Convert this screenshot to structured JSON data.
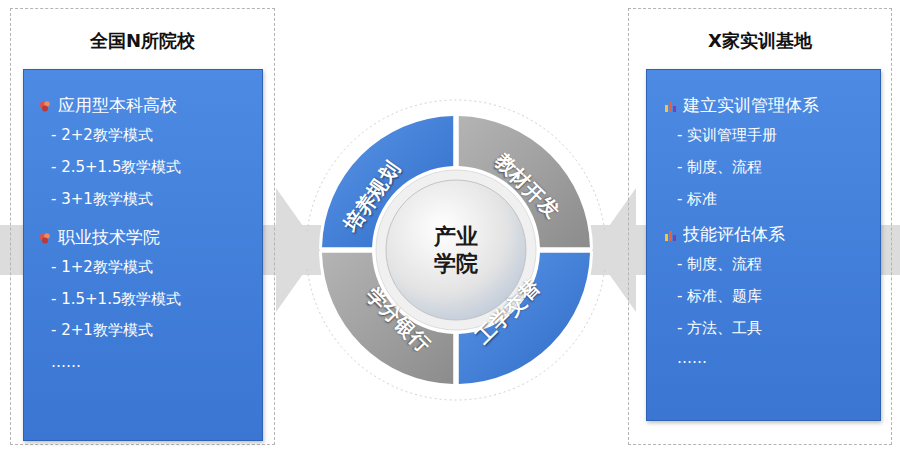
{
  "diagram": {
    "nodes": [
      {
        "text": [
          "全国N所院校"
        ]
      },
      {
        "text": [
          "应用型本科高校",
          "- 2+2教学模式",
          "- 2.5+1.5教学模式",
          "- 3+1教学模式",
          "职业技术学院",
          "- 1+2教学模式",
          "- 1.5+1.5教学模式",
          "- 2+1教学模式",
          "……"
        ],
        "in": 0
      },
      {
        "text": [
          "培养规划"
        ]
      },
      {
        "text": [
          "教材开发"
        ]
      },
      {
        "text": [
          "学分银行"
        ]
      },
      {
        "text": [
          "工学交替"
        ]
      },
      {
        "text": [
          "产业 学院"
        ]
      },
      {
        "text": [
          "X家实训基地"
        ]
      },
      {
        "text": [
          "建立实训管理体系",
          "- 实训管理手册",
          "- 制度、流程",
          "- 标准",
          "技能评估体系",
          "- 制度、流程",
          "- 标准、题库",
          "- 方法、工具",
          "……"
        ],
        "in": 7
      }
    ],
    "edges": [
      {
        "from": 1,
        "to": 6,
        "arrow": "to"
      },
      {
        "from": 8,
        "to": 6,
        "arrow": "to"
      }
    ]
  }
}
